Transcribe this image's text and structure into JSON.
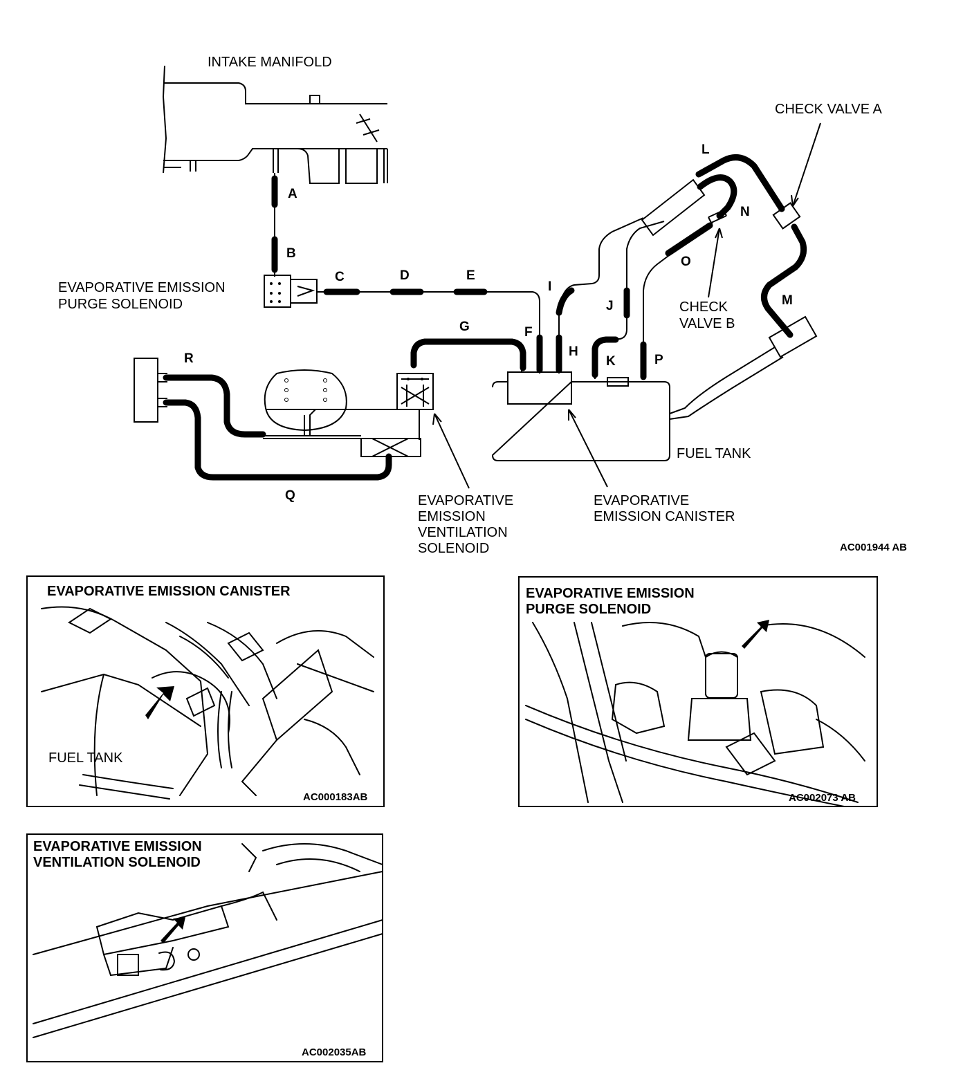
{
  "schematic": {
    "labels": {
      "intake_manifold": "INTAKE MANIFOLD",
      "check_valve_a": "CHECK VALVE A",
      "check_valve_b_1": "CHECK",
      "check_valve_b_2": "VALVE B",
      "purge_solenoid_1": "EVAPORATIVE EMISSION",
      "purge_solenoid_2": "PURGE SOLENOID",
      "fuel_tank": "FUEL TANK",
      "vent_solenoid_1": "EVAPORATIVE",
      "vent_solenoid_2": "EMISSION",
      "vent_solenoid_3": "VENTILATION",
      "vent_solenoid_4": "SOLENOID",
      "canister_1": "EVAPORATIVE",
      "canister_2": "EMISSION CANISTER",
      "figure_code": "AC001944 AB"
    },
    "hose_letters": {
      "A": "A",
      "B": "B",
      "C": "C",
      "D": "D",
      "E": "E",
      "F": "F",
      "G": "G",
      "H": "H",
      "I": "I",
      "J": "J",
      "K": "K",
      "L": "L",
      "M": "M",
      "N": "N",
      "O": "O",
      "P": "P",
      "Q": "Q",
      "R": "R"
    }
  },
  "panels": {
    "canister": {
      "title": "EVAPORATIVE EMISSION CANISTER",
      "label": "FUEL TANK",
      "code": "AC000183AB"
    },
    "purge": {
      "title_1": "EVAPORATIVE EMISSION",
      "title_2": "PURGE SOLENOID",
      "code": "AC002073 AB"
    },
    "ventilation": {
      "title_1": "EVAPORATIVE EMISSION",
      "title_2": "VENTILATION SOLENOID",
      "code": "AC002035AB"
    }
  }
}
